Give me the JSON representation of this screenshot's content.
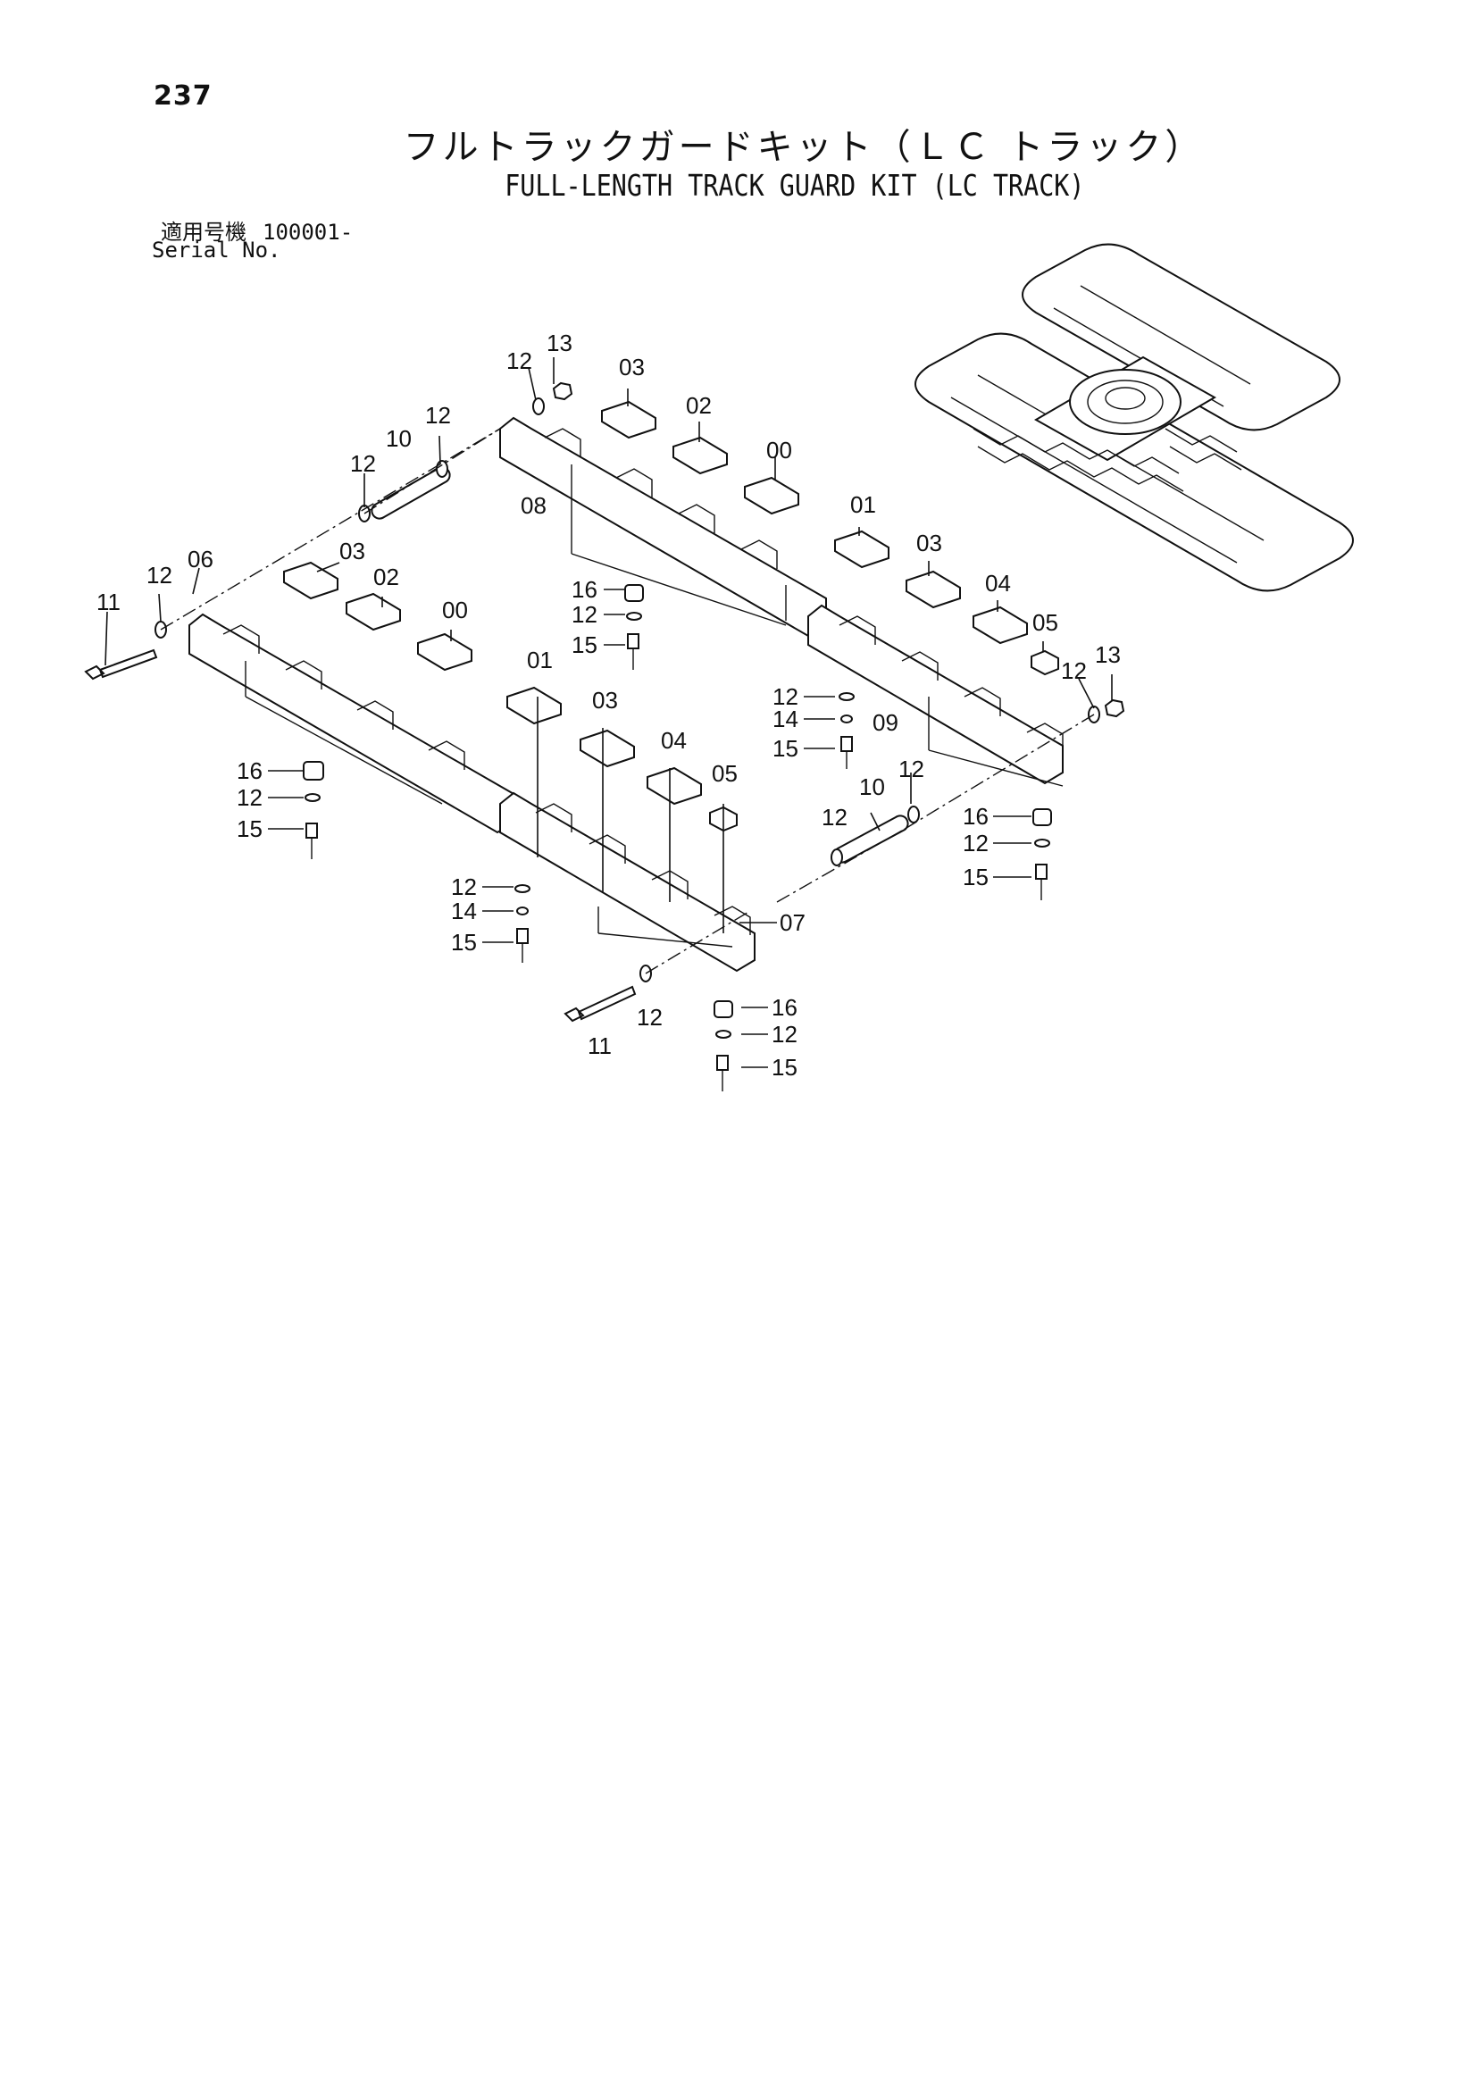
{
  "page_number": "237",
  "title_jp": "フルトラックガードキット（ＬＣ トラック）",
  "title_en": "FULL-LENGTH TRACK GUARD KIT (LC TRACK)",
  "serial": {
    "label_jp": "適用号機",
    "value": "100001-",
    "label_en": "Serial No."
  },
  "callouts": {
    "c13a": "13",
    "c12a": "12",
    "c03a": "03",
    "c02a": "02",
    "c00a": "00",
    "c12b": "12",
    "c10a": "10",
    "c12c": "12",
    "c08": "08",
    "c01a": "01",
    "c03b": "03",
    "c04a": "04",
    "c05a": "05",
    "c12d": "12",
    "c13b": "13",
    "c06": "06",
    "c12e": "12",
    "c11a": "11",
    "c03c": "03",
    "c02b": "02",
    "c00b": "00",
    "c16a": "16",
    "c12f": "12",
    "c15a": "15",
    "c12g": "12",
    "c14a": "14",
    "c15b": "15",
    "c09": "09",
    "c16b": "16",
    "c12h": "12",
    "c15c": "15",
    "c01b": "01",
    "c03d": "03",
    "c04b": "04",
    "c05b": "05",
    "c12i": "12",
    "c10b": "10",
    "c12j": "12",
    "c16c": "16",
    "c12k": "12",
    "c15d": "15",
    "c12l": "12",
    "c14b": "14",
    "c15e": "15",
    "c07": "07",
    "c11b": "11",
    "c12m": "12",
    "c16d": "16",
    "c12n": "12",
    "c15f": "15"
  }
}
